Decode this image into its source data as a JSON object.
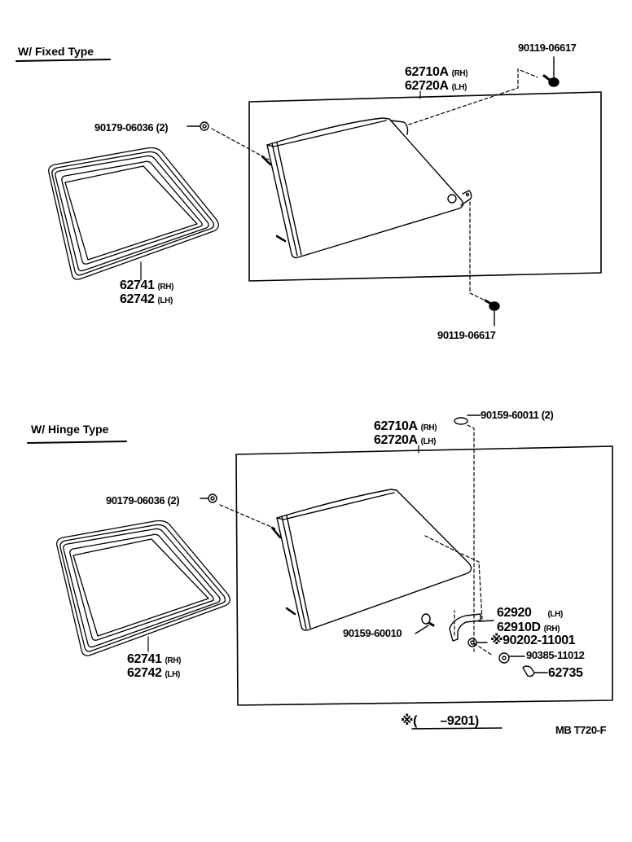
{
  "sections": {
    "fixed": {
      "title": "W/ Fixed Type",
      "glass_part": {
        "rh": "62710A",
        "rh_side": "(RH)",
        "lh": "62720A",
        "lh_side": "(LH)"
      },
      "weatherstrip": {
        "rh": "62741",
        "rh_side": "(RH)",
        "lh": "62742",
        "lh_side": "(LH)"
      },
      "nut_left": "90179-06036 (2)",
      "screw_top": "90119-06617",
      "screw_bottom": "90119-06617"
    },
    "hinge": {
      "title": "W/ Hinge Type",
      "glass_part": {
        "rh": "62710A",
        "rh_side": "(RH)",
        "lh": "62720A",
        "lh_side": "(LH)"
      },
      "weatherstrip": {
        "rh": "62741",
        "rh_side": "(RH)",
        "lh": "62742",
        "lh_side": "(LH)"
      },
      "nut_left": "90179-06036 (2)",
      "screw_top": "90159-60011 (2)",
      "screw_mid": "90159-60010",
      "latch": {
        "lh": "62920",
        "lh_side": "(LH)",
        "rh": "62910D",
        "rh_side": "(RH)"
      },
      "washer": "※90202-11001",
      "nut": "90385-11012",
      "cushion": "62735"
    }
  },
  "footnote": "※(       –9201)",
  "figure_code": "MB T720-F"
}
